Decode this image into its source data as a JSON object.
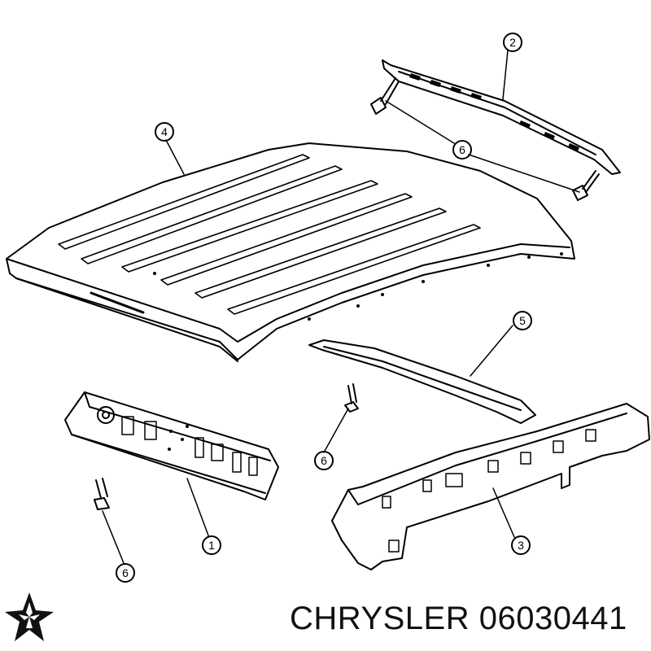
{
  "diagram": {
    "callouts": [
      {
        "id": "c1",
        "label": "1"
      },
      {
        "id": "c2",
        "label": "2"
      },
      {
        "id": "c3",
        "label": "3"
      },
      {
        "id": "c4",
        "label": "4"
      },
      {
        "id": "c5",
        "label": "5"
      },
      {
        "id": "c6a",
        "label": "6"
      },
      {
        "id": "c6b",
        "label": "6"
      },
      {
        "id": "c6c",
        "label": "6"
      }
    ]
  },
  "caption": {
    "brand": "CHRYSLER",
    "part_number": "06030441"
  },
  "colors": {
    "line": "#000000",
    "background": "#ffffff"
  }
}
